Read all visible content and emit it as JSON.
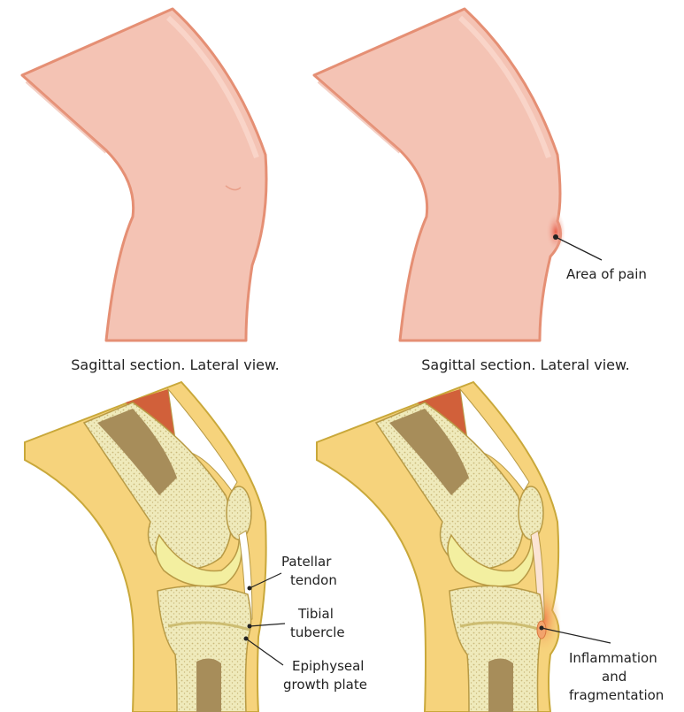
{
  "captions": {
    "left": "Sagittal section. Lateral view.",
    "right": "Sagittal section. Lateral view."
  },
  "labels": {
    "area_of_pain": "Area of pain",
    "patellar_tendon_line1": "Patellar",
    "patellar_tendon_line2": "tendon",
    "tibial_tubercle_line1": "Tibial",
    "tibial_tubercle_line2": "tubercle",
    "growth_plate_line1": "Epiphyseal",
    "growth_plate_line2": "growth plate",
    "inflammation_line1": "Inflammation",
    "inflammation_line2": "and",
    "inflammation_line3": "fragmentation"
  },
  "colors": {
    "skin": "#f4c3b4",
    "skin_edge": "#e58f74",
    "pain_spot": "#e86a55",
    "soft_tissue": "#f6d37c",
    "soft_tissue_edge": "#c9a83a",
    "bone": "#ece7b0",
    "marrow": "#a78d5a",
    "cartilage": "#f3efa0",
    "muscle": "#d1603a",
    "inflammation": "#f39a6a"
  },
  "icons": [
    "knee-skin-normal",
    "knee-skin-with-pain",
    "knee-section-normal",
    "knee-section-inflamed"
  ]
}
